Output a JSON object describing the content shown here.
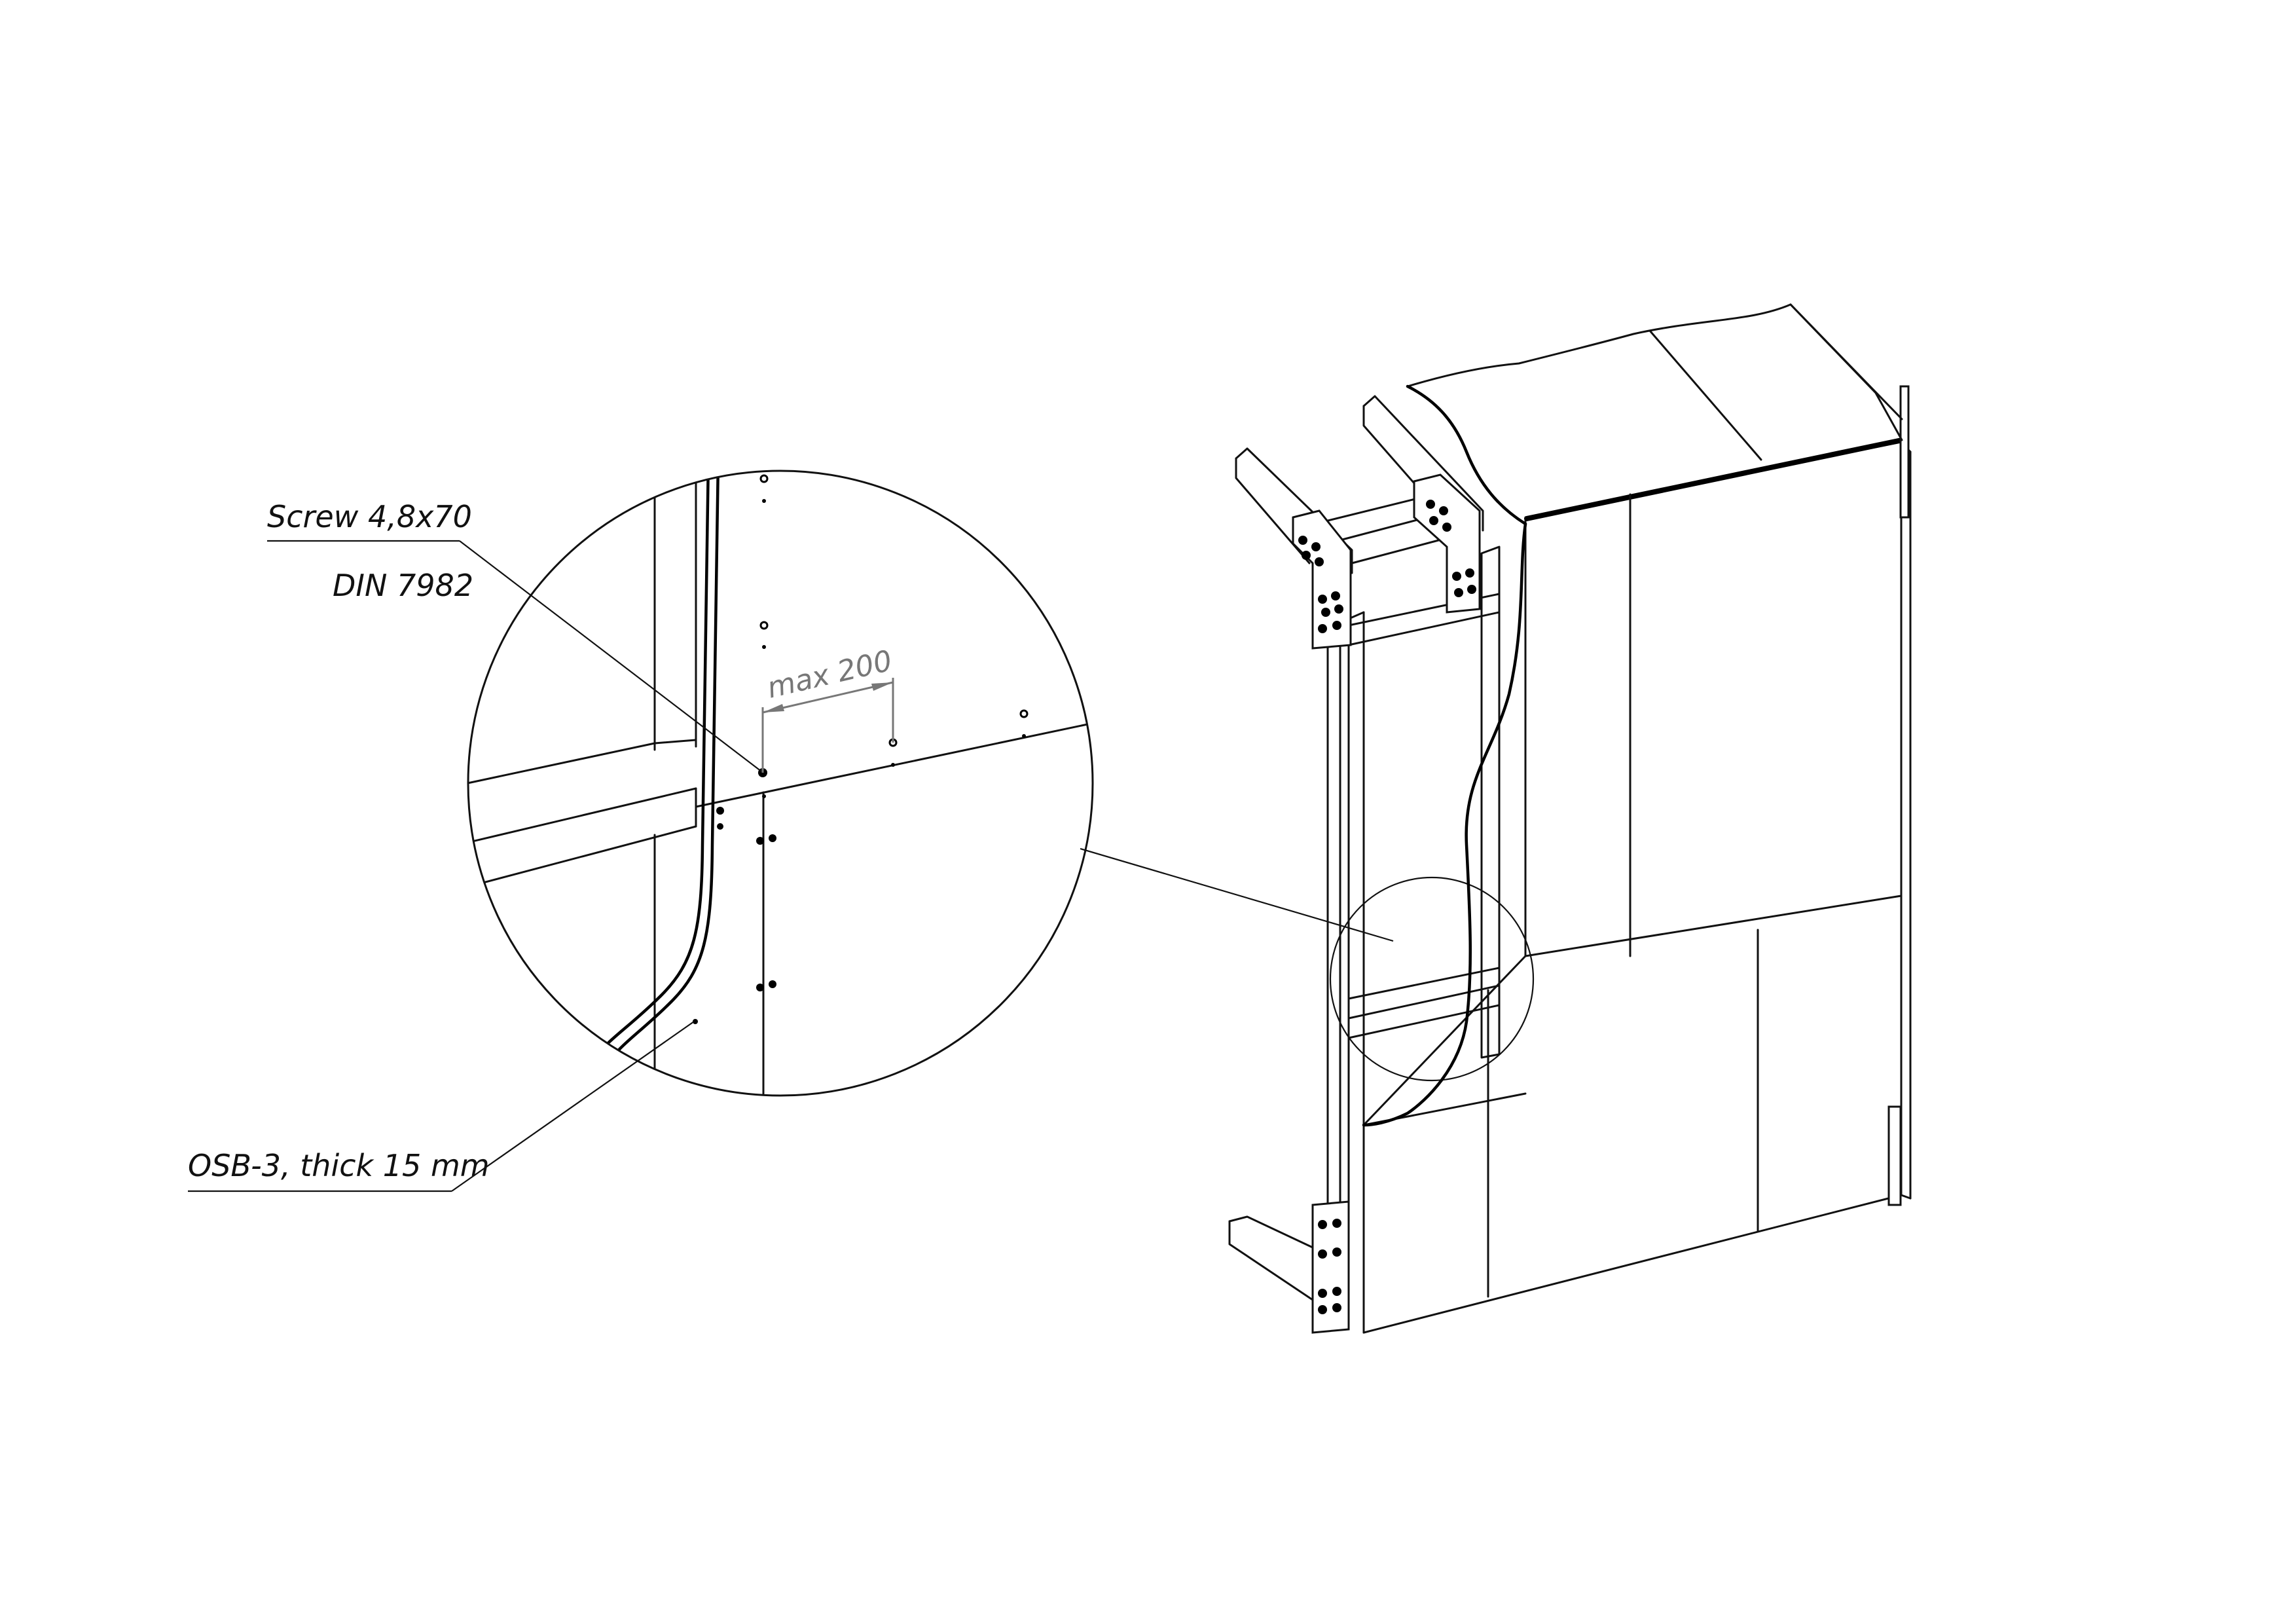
{
  "labels": {
    "screw_line1": "Screw 4,8x70",
    "screw_line2": "DIN 7982",
    "dimension": "max 200",
    "sheathing": "OSB-3, thick 15 mm"
  }
}
